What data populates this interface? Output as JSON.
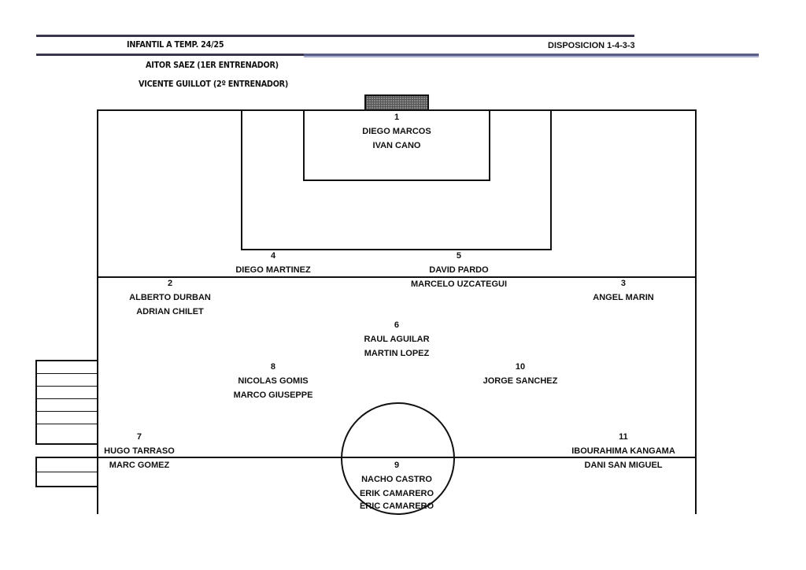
{
  "header": {
    "team": "INFANTIL A TEMP. 24/25",
    "coach1": "AITOR SAEZ (1ER ENTRENADOR)",
    "coach2": "VICENTE GUILLOT (2º ENTRENADOR)",
    "formation": "DISPOSICION 1-4-3-3"
  },
  "positions": {
    "p1": {
      "number": "1",
      "players": [
        "DIEGO MARCOS",
        "IVAN CANO"
      ]
    },
    "p4": {
      "number": "4",
      "players": [
        "DIEGO MARTINEZ"
      ]
    },
    "p5": {
      "number": "5",
      "players": [
        "DAVID PARDO",
        "MARCELO UZCATEGUI"
      ]
    },
    "p2": {
      "number": "2",
      "players": [
        "ALBERTO DURBAN",
        "ADRIAN CHILET"
      ]
    },
    "p3": {
      "number": "3",
      "players": [
        "ANGEL MARIN"
      ]
    },
    "p6": {
      "number": "6",
      "players": [
        "RAUL AGUILAR",
        "MARTIN LOPEZ"
      ]
    },
    "p8": {
      "number": "8",
      "players": [
        "NICOLAS GOMIS",
        "MARCO GIUSEPPE"
      ]
    },
    "p10": {
      "number": "10",
      "players": [
        "JORGE SANCHEZ"
      ]
    },
    "p7": {
      "number": "7",
      "players": [
        "HUGO TARRASO",
        "MARC GOMEZ"
      ]
    },
    "p11": {
      "number": "11",
      "players": [
        "IBOURAHIMA KANGAMA",
        "DANI SAN MIGUEL"
      ]
    },
    "p9": {
      "number": "9",
      "players": [
        "NACHO CASTRO",
        "ERIK CAMARERO",
        "ERIC CAMARERO"
      ]
    }
  }
}
